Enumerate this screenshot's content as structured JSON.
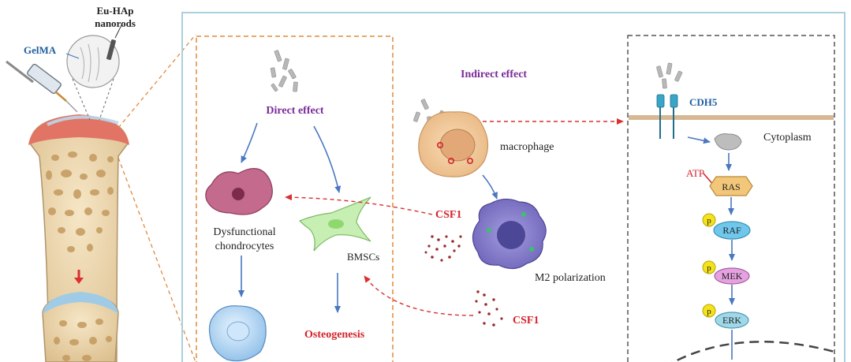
{
  "labels": {
    "eu_hap_line1": "Eu-HAp",
    "eu_hap_line2": "nanorods",
    "gelma": "GelMA",
    "direct_effect": "Direct effect",
    "dysfunctional_line1": "Dysfunctional",
    "dysfunctional_line2": "chondrocytes",
    "bmscs": "BMSCs",
    "osteogenesis": "Osteogenesis",
    "indirect_effect": "Indirect effect",
    "macrophage": "macrophage",
    "csf1_upper": "CSF1",
    "csf1_lower": "CSF1",
    "m2_polarization": "M2 polarization",
    "cdh5": "CDH5",
    "cytoplasm": "Cytoplasm",
    "atp": "ATP",
    "ras": "RAS",
    "raf": "RAF",
    "mek": "MEK",
    "erk": "ERK",
    "phospho": "p"
  },
  "colors": {
    "panel_border": "#a9cfe0",
    "direct_box_border": "#e08a3c",
    "pathway_box_border": "#555555",
    "zoom_line": "#e08a3c",
    "purple_text": "#7a2a9a",
    "red_text": "#d3232a",
    "blue_text": "#1f5f9e",
    "arrow_blue": "#4a78c0",
    "arrow_red": "#d93030",
    "membrane": "#d8b892",
    "bone_fill": "#f0dcb6",
    "cartilage": "#e06a5e",
    "ras_fill": "#f2c77a",
    "raf_fill": "#6fc7ec",
    "mek_fill": "#e6a2e0",
    "erk_fill": "#9fd8e8",
    "p_fill": "#f4e21a",
    "macrophage_fill": "#f3cfa2",
    "m2_fill": "#8b82cc",
    "chondro_fill": "#c46a8c",
    "bmsc_fill": "#c7efb3",
    "cell_blue": "#9cc8ef"
  }
}
